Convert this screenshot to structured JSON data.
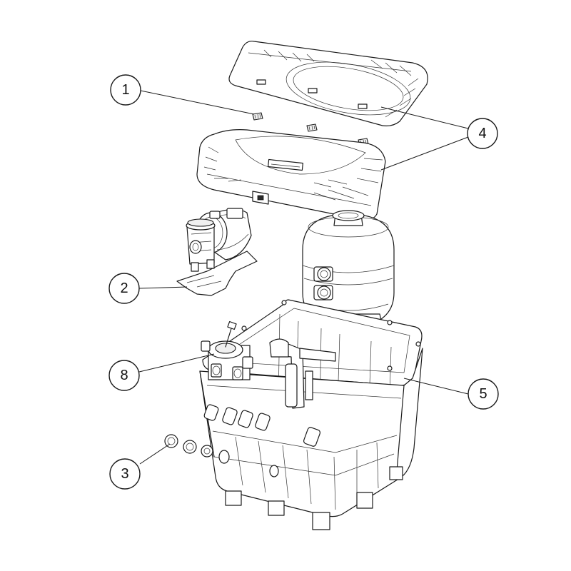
{
  "callouts": [
    {
      "label": "1",
      "part": "clip"
    },
    {
      "label": "2",
      "part": "pump"
    },
    {
      "label": "3",
      "part": "gasket"
    },
    {
      "label": "4",
      "part": "lid"
    },
    {
      "label": "5",
      "part": "housing"
    },
    {
      "label": "8",
      "part": "valve"
    }
  ]
}
